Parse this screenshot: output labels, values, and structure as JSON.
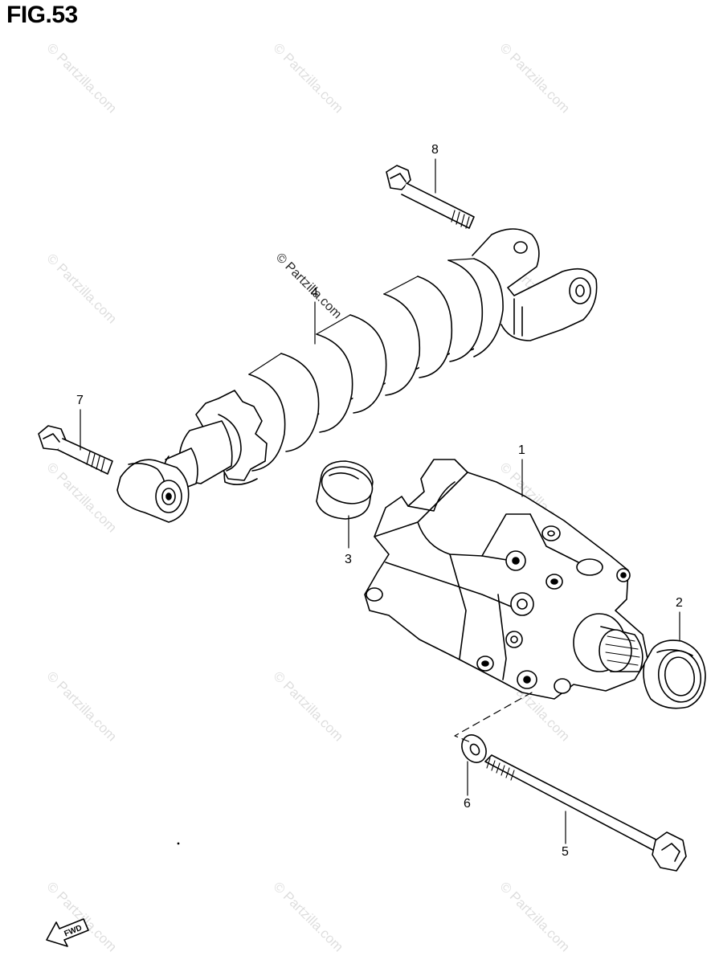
{
  "figure": {
    "title": "FIG.53"
  },
  "watermark": {
    "text": "© Partzilla.com"
  },
  "callouts": [
    "1",
    "2",
    "3",
    "4",
    "5",
    "6",
    "7",
    "8"
  ],
  "direction_badge": {
    "text": "FWD",
    "icon": "forward-arrow-icon"
  },
  "colors": {
    "ink": "#000000",
    "paper": "#ffffff"
  }
}
